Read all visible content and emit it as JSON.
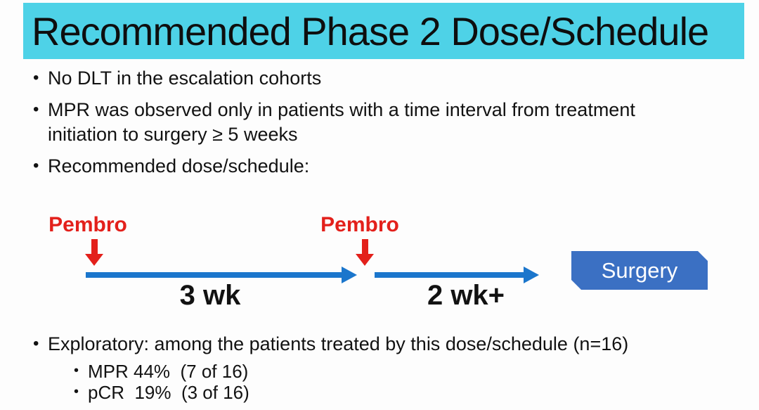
{
  "slide": {
    "title": "Recommended Phase 2 Dose/Schedule",
    "bullets": [
      "No DLT in the escalation cohorts",
      "MPR was observed only in patients with a time interval from treatment initiation to surgery ≥ 5 weeks",
      "Recommended dose/schedule:"
    ],
    "timeline": {
      "doses": [
        {
          "label": "Pembro",
          "arrow_icon": "down-arrow-icon"
        },
        {
          "label": "Pembro",
          "arrow_icon": "down-arrow-icon"
        }
      ],
      "intervals": [
        {
          "label": "3 wk",
          "arrow_icon": "right-arrow-icon"
        },
        {
          "label": "2 wk+",
          "arrow_icon": "right-arrow-icon"
        }
      ],
      "endpoint": {
        "label": "Surgery"
      }
    },
    "exploratory": {
      "heading": "Exploratory: among the patients treated by this dose/schedule (n=16)",
      "sub_bullets": [
        "MPR 44%  (7 of 16)",
        "pCR  19%  (3 of 16)"
      ]
    },
    "colors": {
      "header_bg": "#4ed2e7",
      "dose_red": "#e3201b",
      "arrow_blue": "#1b76cc",
      "surgery_fill": "#3b70c3",
      "text": "#141414"
    }
  }
}
